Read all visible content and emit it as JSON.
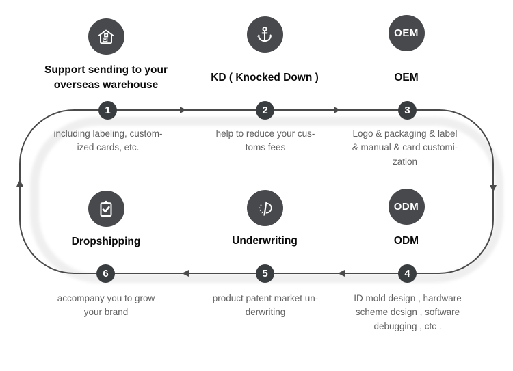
{
  "features": [
    {
      "icon": "warehouse",
      "title": "Support sending to your\noverseas warehouse"
    },
    {
      "icon": "anchor",
      "title": "KD ( Knocked Down )"
    },
    {
      "icon": "badge",
      "badge_text": "OEM",
      "title": "OEM"
    }
  ],
  "services": [
    {
      "icon": "clipboard-check",
      "title": "Dropshipping"
    },
    {
      "icon": "patent-star-logo",
      "title": "Underwriting"
    },
    {
      "icon": "badge",
      "badge_text": "ODM",
      "title": "ODM"
    }
  ],
  "steps": [
    {
      "number": "1",
      "description": "including labeling, custom-\nized cards, etc."
    },
    {
      "number": "2",
      "description": "help to reduce your cus-\ntoms fees"
    },
    {
      "number": "3",
      "description": "Logo & packaging & label\n& manual & card customi-\nzation"
    },
    {
      "number": "4",
      "description": "ID mold design , hardware\nscheme dcsign , software\ndebugging , ctc ."
    },
    {
      "number": "5",
      "description": "product patent market un-\nderwriting"
    },
    {
      "number": "6",
      "description": "accompany you to grow\nyour brand"
    }
  ],
  "colors": {
    "icon_circle": "#47494c",
    "step_circle": "#3a3d40",
    "flow_line": "#4a4a4a",
    "shadow_band": "#efefef",
    "description_text": "#616161",
    "title_text": "#0a0a0a"
  }
}
